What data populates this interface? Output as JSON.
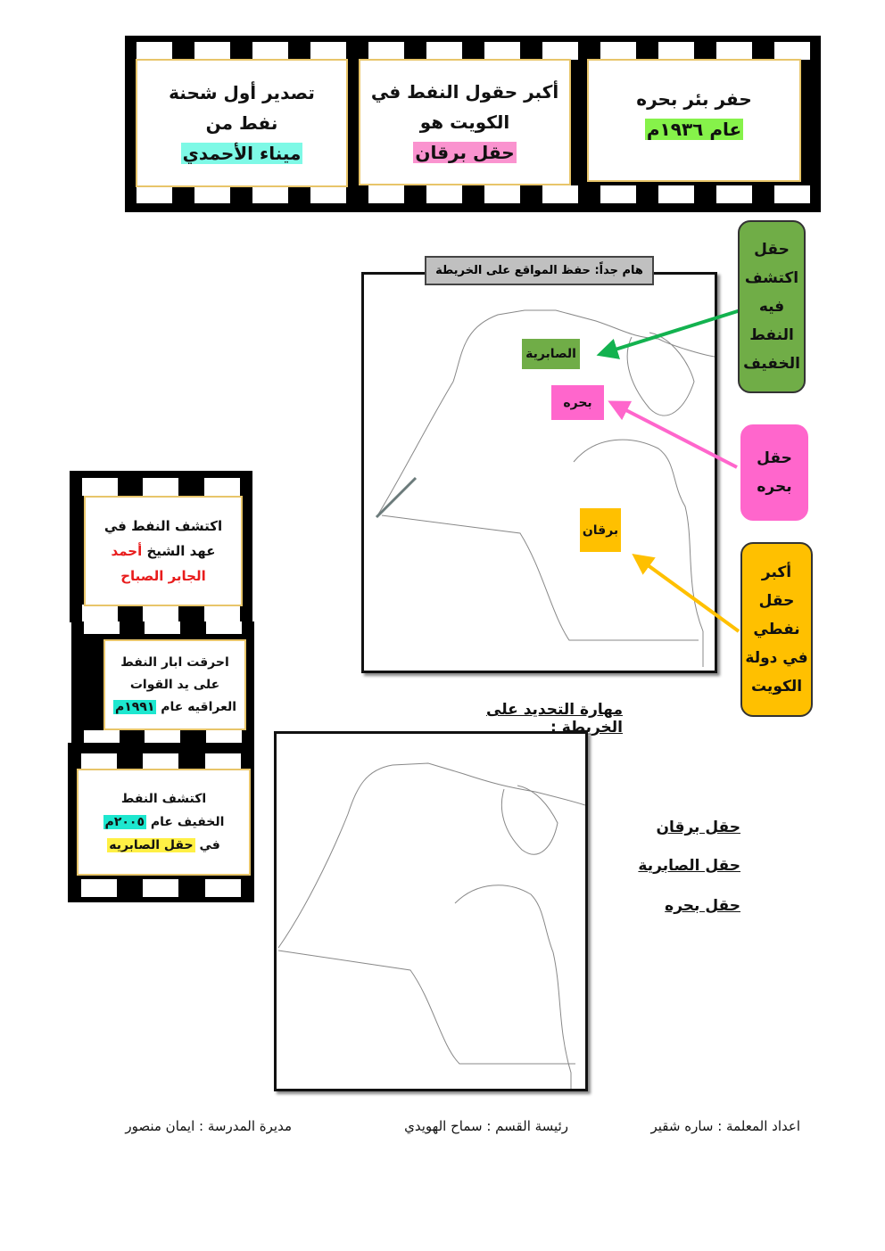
{
  "top_strip": [
    {
      "lines": [
        "تصدير أول شحنة",
        "نفط من"
      ],
      "highlight": "ميناء الأحمدي",
      "highlight_color": "#7ef9e6"
    },
    {
      "lines": [
        "أكبر حقول النفط في",
        "الكويت هو"
      ],
      "highlight": "حقل برقان",
      "highlight_color": "#fa93cf"
    },
    {
      "lines": [
        "حفر بئر بحره"
      ],
      "highlight": "عام ١٩٣٦م",
      "highlight_color": "#86f24a"
    }
  ],
  "left_strip": {
    "card1": {
      "line1": "اكتشف النفط في",
      "line2_a": "عهد الشيخ",
      "line2_b": "أحمد",
      "line3": "الجابر الصباح"
    },
    "card2": {
      "line1": "احرقت ابار النفط",
      "line2": "على يد القوات",
      "line3_a": "العراقيه عام",
      "line3_b": "١٩٩١م"
    },
    "card3": {
      "line1": "اكتشف النفط",
      "line2_a": "الخفيف عام",
      "line2_b": "٢٠٠٥م",
      "line3_a": "في",
      "line3_b": "حقل الصابريه"
    }
  },
  "map1": {
    "title": "هام جداً: حفظ المواقع على الخريطة",
    "labels": {
      "sabriya": "الصابرية",
      "bahra": "بحره",
      "burgan": "برقان"
    },
    "callouts": {
      "green": [
        "حقل",
        "اكتشف",
        "فيه",
        "النفط",
        "الخفيف"
      ],
      "pink": [
        "حقل",
        "بحره"
      ],
      "yellow": [
        "أكبر",
        "حقل",
        "نفطي",
        "في دولة",
        "الكويت"
      ]
    },
    "colors": {
      "green": "#70ad47",
      "pink": "#ff66cc",
      "yellow": "#ffc000",
      "arrow_green": "#13b24f"
    }
  },
  "map2": {
    "heading": "مهارة التحديد على الخريطة :",
    "items": [
      "حقل برقان",
      "حقل الصابرية",
      "حقل بحره"
    ]
  },
  "footer": {
    "teacher": "اعداد المعلمة : ساره شقير",
    "head": "رئيسة القسم : سماح الهويدي",
    "principal": "مديرة المدرسة : ايمان منصور"
  }
}
